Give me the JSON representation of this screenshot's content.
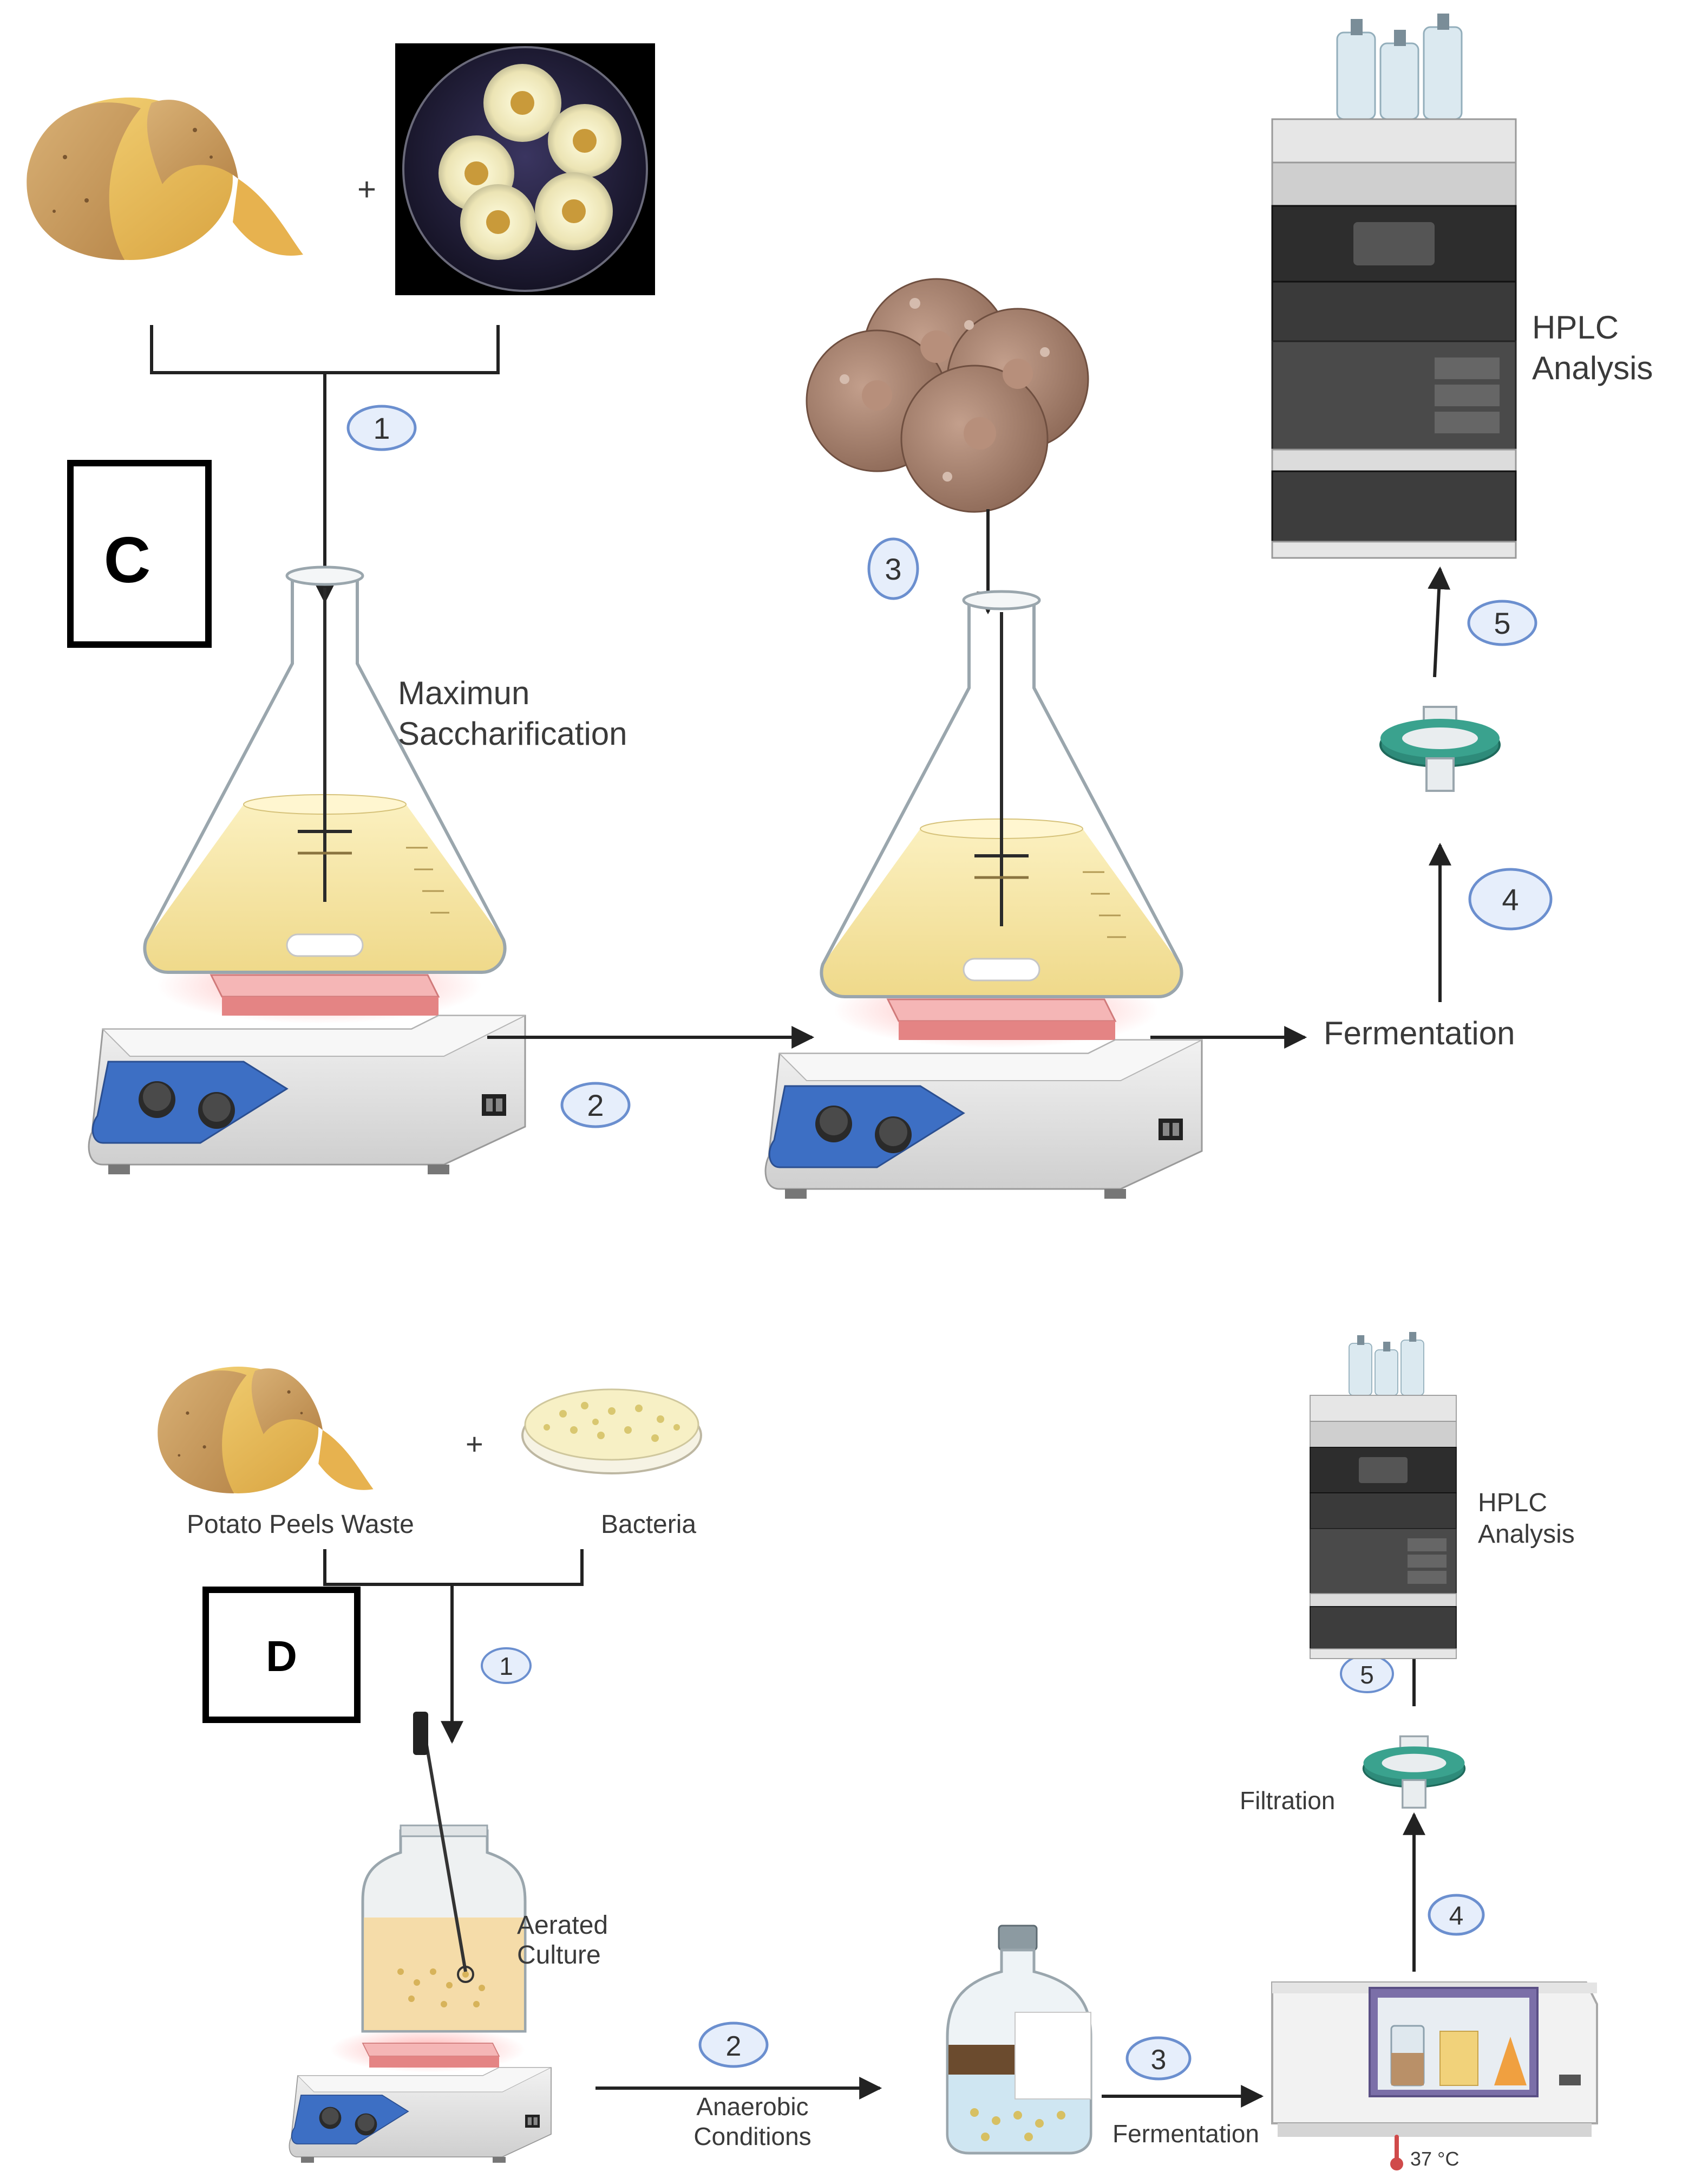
{
  "panel_c": {
    "letter": "C",
    "labels": {
      "saccharification_1": "Maximun",
      "saccharification_2": "Saccharification",
      "fermentation": "Fermentation",
      "hplc_1": "HPLC",
      "hplc_2": "Analysis",
      "plus": "+"
    },
    "steps": [
      "1",
      "2",
      "3",
      "4",
      "5"
    ]
  },
  "panel_d": {
    "letter": "D",
    "labels": {
      "potato": "Potato Peels Waste",
      "bacteria": "Bacteria",
      "plus": "+",
      "aerated_1": "Aerated",
      "aerated_2": "Culture",
      "anaerobic_1": "Anaerobic",
      "anaerobic_2": "Conditions",
      "fermentation": "Fermentation",
      "filtration": "Filtration",
      "temperature": "37 °C",
      "hplc_1": "HPLC",
      "hplc_2": "Analysis"
    },
    "steps": [
      "1",
      "2",
      "3",
      "4",
      "5"
    ]
  },
  "colors": {
    "arrow": "#222222",
    "step_badge_fill": "#e6eefb",
    "step_badge_stroke": "#6b8fcf",
    "flask_liquid": "#f3e2a0",
    "stirrer_blue": "#3d6fc4",
    "hotplate_pink": "#e88b8b",
    "filter_green": "#2e8b7a",
    "cell_brown": "#a9806d"
  }
}
